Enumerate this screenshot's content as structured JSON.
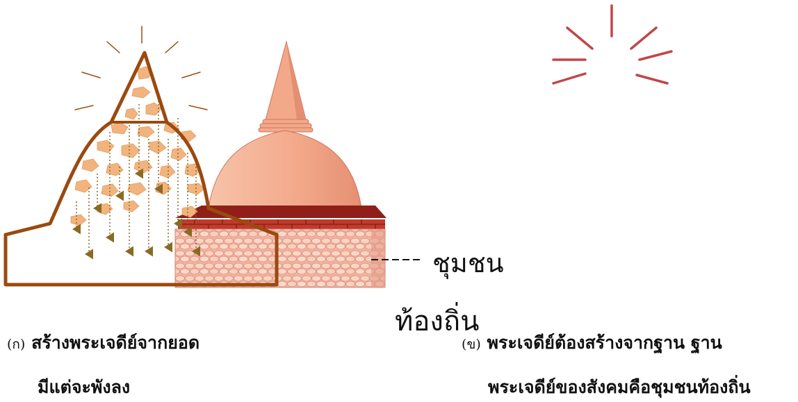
{
  "diagram": {
    "panel_a": {
      "marker": "(ก)",
      "caption_line1": "สร้างพระเจดีย์จากยอด",
      "caption_line2": "มีแต่จะพังลง"
    },
    "panel_b": {
      "marker": "(ข)",
      "caption_line1": "พระเจดีย์ต้องสร้างจากฐาน ฐาน",
      "caption_line2": "พระเจดีย์ของสังคมคือชุมชนท้องถิ่น"
    },
    "base_label": {
      "line1": "ชุมชน",
      "line2": "ท้องถิ่น"
    },
    "colors": {
      "outline_brown": "#9a4a0f",
      "rubble": "#f2b47e",
      "arrow": "#8a6a22",
      "stupa": "#f3a88a",
      "stupa_shadow": "#e58f72",
      "brick_top": "#8f1f18",
      "base_stone": "#f7c2b0",
      "burst_red": "#c0464a"
    }
  }
}
